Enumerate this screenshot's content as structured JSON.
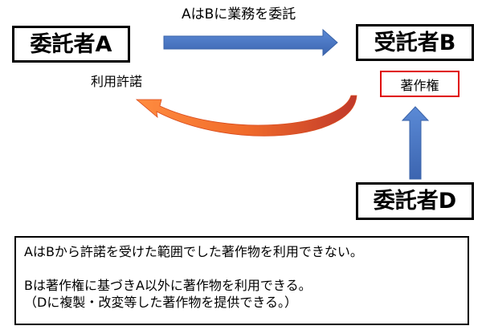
{
  "parties": {
    "a": "委託者A",
    "b": "受託者B",
    "d": "委託者D"
  },
  "labels": {
    "flow": "AはBに業務を委託",
    "license": "利用許諾",
    "copyright": "著作権"
  },
  "explanation": {
    "line1": "AはBから許諾を受けた範囲でした著作物を利用できない。",
    "line2": "Bは著作権に基づきA以外に著作物を利用できる。",
    "line3": "（Dに複製・改変等した著作物を提供できる。）"
  },
  "colors": {
    "blue_arrow": "#4472c4",
    "curve_arrow": "#e8501e",
    "highlight_border": "#e00000"
  }
}
